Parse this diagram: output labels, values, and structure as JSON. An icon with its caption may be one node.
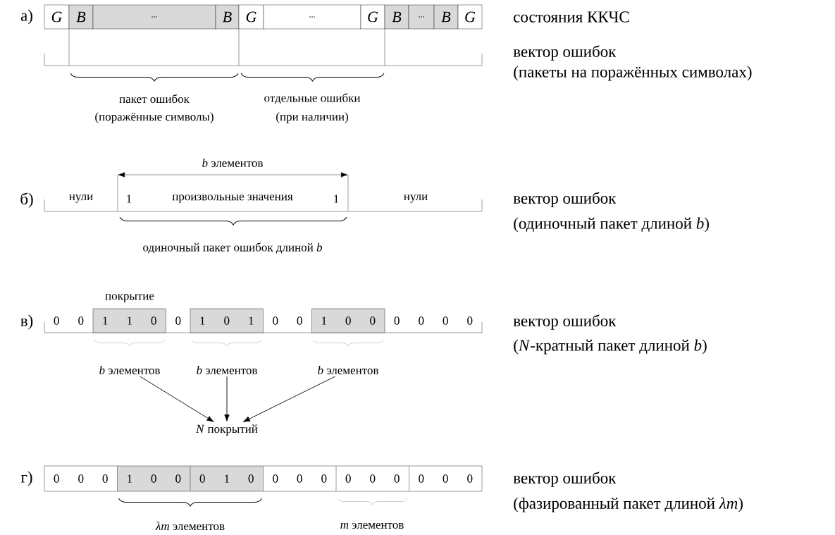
{
  "diagram": {
    "nodes": [
      {
        "text": [
          "*b* элементов"
        ]
      },
      {
        "text": [
          "*b* элементов"
        ]
      },
      {
        "text": [
          "*b* элементов"
        ]
      },
      {
        "text": [
          "*N* покрытий"
        ]
      }
    ],
    "edges": [
      {
        "from": 0,
        "to": 3,
        "arrow": "to"
      },
      {
        "from": 1,
        "to": 3,
        "arrow": "to"
      },
      {
        "from": 2,
        "to": 3,
        "arrow": "to"
      }
    ],
    "labels": [
      "а)",
      "G",
      "B",
      "...",
      "B",
      "G",
      "...",
      "G",
      "B",
      "...",
      "B",
      "G",
      "состояния ККЧС",
      "вектор ошибок",
      "(пакеты на поражённых символах)",
      "пакет ошибок",
      "(поражённые символы)",
      "отдельные ошибки",
      "(при наличии)",
      "*b* элементов",
      "б)",
      "нули",
      "1",
      "произвольные значения",
      "1",
      "нули",
      "вектор ошибок",
      "(одиночный пакет длиной *b*)",
      "одиночный пакет ошибок длиной *b*",
      "покрытие",
      "в)",
      "0",
      "0",
      "1",
      "1",
      "0",
      "0",
      "1",
      "0",
      "1",
      "0",
      "0",
      "1",
      "0",
      "0",
      "0",
      "0",
      "0",
      "0",
      "вектор ошибок",
      "(*N*-кратный пакет длиной *b*)",
      "г)",
      "0",
      "0",
      "0",
      "1",
      "0",
      "0",
      "0",
      "1",
      "0",
      "0",
      "0",
      "0",
      "0",
      "0",
      "0",
      "0",
      "0",
      "0",
      "вектор ошибок",
      "(фазированный пакет длиной *λm*)",
      "*λm* элементов",
      "*m* элементов"
    ]
  }
}
